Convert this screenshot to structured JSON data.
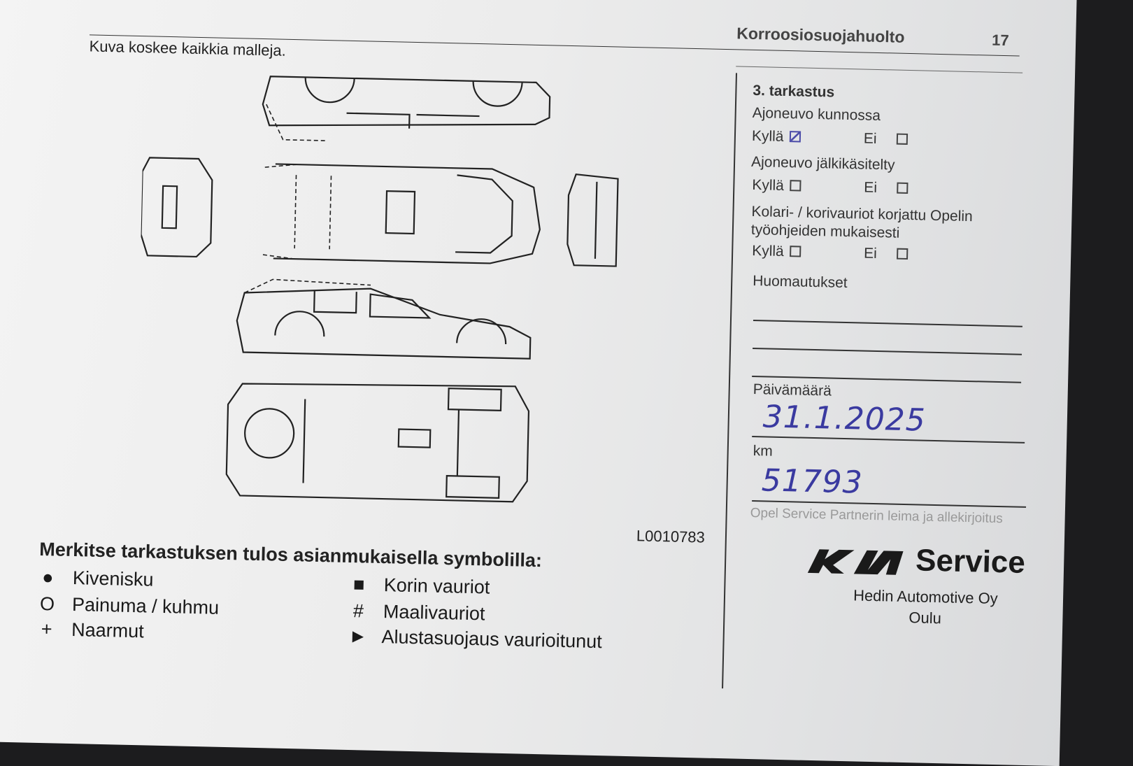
{
  "header": {
    "section_title": "Korroosiosuojahuolto",
    "page_number": "17"
  },
  "caption": "Kuva koskee kaikkia malleja.",
  "figure_code": "L0010783",
  "inspection": {
    "title": "3. tarkastus",
    "questions": [
      {
        "label": "Ajoneuvo kunnossa",
        "yes": "Kyllä",
        "no": "Ei",
        "yes_checked": true,
        "no_checked": false
      },
      {
        "label": "Ajoneuvo jälkikäsitelty",
        "yes": "Kyllä",
        "no": "Ei",
        "yes_checked": false,
        "no_checked": false
      },
      {
        "label": "Kolari- / korivauriot korjattu Opelin työohjeiden mukaisesti",
        "yes": "Kyllä",
        "no": "Ei",
        "yes_checked": false,
        "no_checked": false
      }
    ],
    "remarks_label": "Huomautukset",
    "date_label": "Päivämäärä",
    "date_value": "31.1.2025",
    "km_label": "km",
    "km_value": "51793"
  },
  "stamp": {
    "brand": "KIA",
    "service": "Service",
    "company": "Hedin Automotive Oy",
    "city": "Oulu",
    "underlying_text": "Opel Service Partnerin leima ja allekirjoitus"
  },
  "legend": {
    "title": "Merkitse tarkastuksen tulos asianmukaisella symbolilla:",
    "items": [
      {
        "symbol": "●",
        "label": "Kivenisku"
      },
      {
        "symbol": "O",
        "label": "Painuma / kuhmu"
      },
      {
        "symbol": "+",
        "label": "Naarmut"
      },
      {
        "symbol": "■",
        "label": "Korin vauriot"
      },
      {
        "symbol": "#",
        "label": "Maalivauriot"
      },
      {
        "symbol": "►",
        "label": "Alustasuojaus vaurioitunut"
      }
    ]
  }
}
